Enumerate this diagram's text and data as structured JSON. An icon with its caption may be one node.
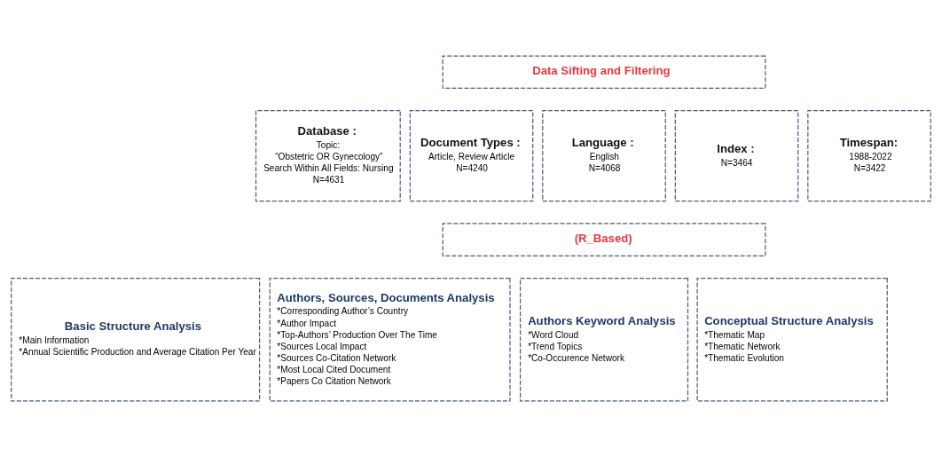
{
  "diagram": {
    "nodes": [
      {
        "text": [
          "Data Sifting and Filtering"
        ]
      },
      {
        "text": [
          "Database :",
          "Topic:",
          "“Obstetric OR Gynecology”",
          "Search Within All Fields: Nursing",
          "N=4631"
        ]
      },
      {
        "text": [
          "Document Types :",
          "Article, Review Article",
          "N=4240"
        ]
      },
      {
        "text": [
          "Language :",
          "English",
          "N=4068"
        ]
      },
      {
        "text": [
          "Index :",
          "N=3464"
        ]
      },
      {
        "text": [
          "Timespan:",
          "1988-2022",
          "N=3422"
        ]
      },
      {
        "text": [
          "(R_Based)"
        ]
      },
      {
        "text": [
          "Basic Structure Analysis",
          "*Main Information",
          "*Annual Scientific Production and Average Citation Per Year"
        ]
      },
      {
        "text": [
          "Authors, Sources, Documents Analysis",
          "*Corresponding Author’s Country",
          "*Author Impact",
          "*Top-Authors’ Production Over The Time",
          "*Sources Local Impact",
          "*Sources Co-Citation Network",
          "*Most Local Cited Document",
          "*Papers Co Citation Network"
        ]
      },
      {
        "text": [
          "Authors Keyword Analysis",
          "*Word Cloud",
          "*Trend Topics",
          "*Co-Occurence Network"
        ]
      },
      {
        "text": [
          "Conceptual Structure Analysis",
          "*Thematic Map",
          "*Thematic Network",
          "*Thematic Evolution"
        ]
      }
    ]
  }
}
